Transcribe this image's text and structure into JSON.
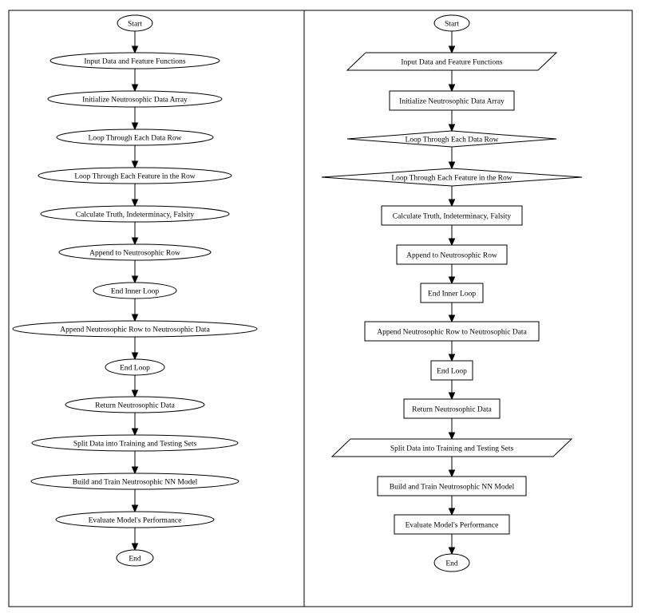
{
  "diagrams": [
    {
      "id": "left",
      "nodes": [
        {
          "label": "Start",
          "shape": "ellipse"
        },
        {
          "label": "Input Data and Feature Functions",
          "shape": "ellipse"
        },
        {
          "label": "Initialize Neutrosophic Data Array",
          "shape": "ellipse"
        },
        {
          "label": "Loop Through Each Data Row",
          "shape": "ellipse"
        },
        {
          "label": "Loop Through Each Feature in the Row",
          "shape": "ellipse"
        },
        {
          "label": "Calculate Truth, Indeterminacy, Falsity",
          "shape": "ellipse"
        },
        {
          "label": "Append to Neutrosophic Row",
          "shape": "ellipse"
        },
        {
          "label": "End Inner Loop",
          "shape": "ellipse"
        },
        {
          "label": "Append Neutrosophic Row to Neutrosophic Data",
          "shape": "ellipse"
        },
        {
          "label": "End Loop",
          "shape": "ellipse"
        },
        {
          "label": "Return Neutrosophic Data",
          "shape": "ellipse"
        },
        {
          "label": "Split Data into Training and Testing Sets",
          "shape": "ellipse"
        },
        {
          "label": "Build and Train Neutrosophic NN Model",
          "shape": "ellipse"
        },
        {
          "label": "Evaluate Model's Performance",
          "shape": "ellipse"
        },
        {
          "label": "End",
          "shape": "ellipse"
        }
      ]
    },
    {
      "id": "right",
      "nodes": [
        {
          "label": "Start",
          "shape": "ellipse"
        },
        {
          "label": "Input Data and Feature Functions",
          "shape": "parallelogram"
        },
        {
          "label": "Initialize Neutrosophic Data Array",
          "shape": "rect"
        },
        {
          "label": "Loop Through Each Data Row",
          "shape": "diamond"
        },
        {
          "label": "Loop Through Each Feature in the Row",
          "shape": "diamond"
        },
        {
          "label": "Calculate Truth, Indeterminacy, Falsity",
          "shape": "rect"
        },
        {
          "label": "Append to Neutrosophic Row",
          "shape": "rect"
        },
        {
          "label": "End Inner Loop",
          "shape": "rect"
        },
        {
          "label": "Append Neutrosophic Row to Neutrosophic Data",
          "shape": "rect"
        },
        {
          "label": "End Loop",
          "shape": "rect"
        },
        {
          "label": "Return Neutrosophic Data",
          "shape": "rect"
        },
        {
          "label": "Split Data into Training and Testing Sets",
          "shape": "parallelogram"
        },
        {
          "label": "Build and Train Neutrosophic NN Model",
          "shape": "rect"
        },
        {
          "label": "Evaluate Model's Performance",
          "shape": "rect"
        },
        {
          "label": "End",
          "shape": "ellipse"
        }
      ]
    }
  ]
}
